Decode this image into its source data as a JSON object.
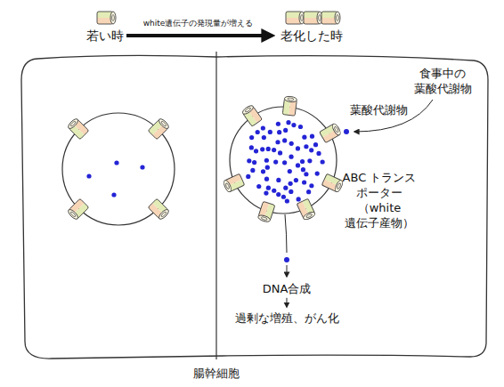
{
  "diagram": {
    "nodes": [
      {
        "text": [
          "若い時"
        ]
      },
      {
        "text": [
          "老化した時"
        ]
      },
      {
        "text": [
          "DNA合成"
        ]
      },
      {
        "text": [
          "過剰な増殖、がん化"
        ]
      }
    ],
    "edges": [
      {
        "from": 0,
        "to": 1,
        "arrow": "to",
        "label": "white遺伝子の発現量が増える"
      },
      {
        "from": 2,
        "to": 3,
        "arrow": "to"
      }
    ],
    "labels": [
      "食事中の 葉酸代謝物",
      "葉酸代謝物",
      "ABC トランス ポーター （white 遺伝子産物）",
      "腸幹細胞"
    ]
  }
}
